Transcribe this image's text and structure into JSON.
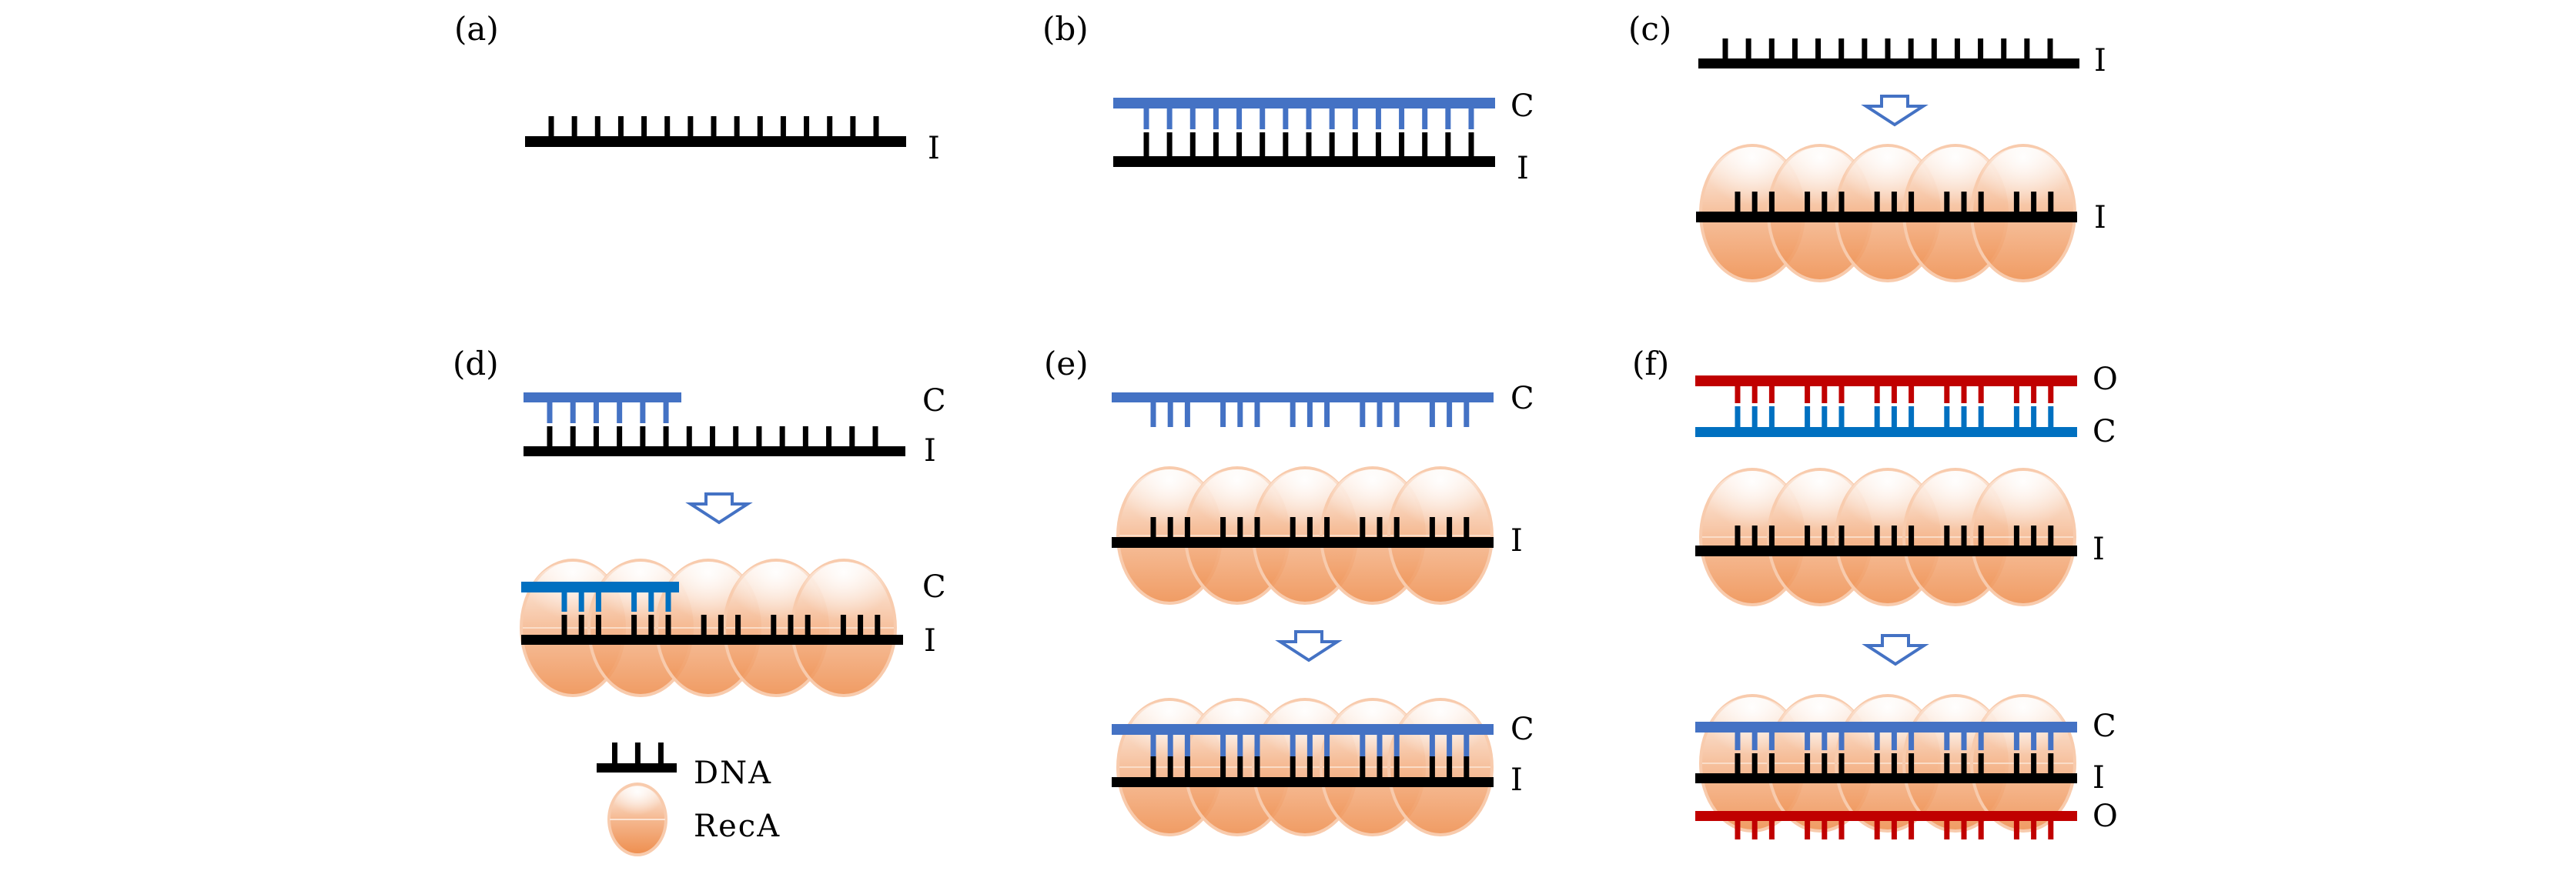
{
  "figure": {
    "description": "Schematic of RecA-mediated DNA strand pairing and exchange",
    "colors": {
      "dna_black": "#000000",
      "complementary_blue": "#4472C4",
      "complementary_blue_bound": "#0070C0",
      "outgoing_red": "#C00000",
      "arrow_blue": "#4472C4",
      "reca_light": "#FDF3EC",
      "reca_dark": "#EE8E4E",
      "reca_outline": "#F8CBAD"
    },
    "strand_labels": {
      "incoming": "I",
      "complementary": "C",
      "outgoing": "O"
    },
    "panels": [
      {
        "id": "a",
        "label": "(a)",
        "states": [
          {
            "reca": false,
            "strands": [
              {
                "role": "incoming",
                "label": "I",
                "bases": 15,
                "ticks": "up"
              }
            ]
          }
        ]
      },
      {
        "id": "b",
        "label": "(b)",
        "states": [
          {
            "reca": false,
            "strands": [
              {
                "role": "complementary",
                "label": "C",
                "bases": 15,
                "ticks": "down"
              },
              {
                "role": "incoming",
                "label": "I",
                "bases": 15,
                "ticks": "up"
              }
            ]
          }
        ]
      },
      {
        "id": "c",
        "label": "(c)",
        "states": [
          {
            "reca": false,
            "strands": [
              {
                "role": "incoming",
                "label": "I",
                "bases": 15,
                "ticks": "up"
              }
            ]
          },
          {
            "reca": true,
            "reca_monomers": 5,
            "strands": [
              {
                "role": "incoming",
                "label": "I",
                "bases": 15,
                "ticks": "up",
                "grouped": 3
              }
            ]
          }
        ]
      },
      {
        "id": "d",
        "label": "(d)",
        "states": [
          {
            "reca": false,
            "strands": [
              {
                "role": "complementary",
                "label": "C",
                "bases": 6,
                "ticks": "down",
                "partial": true
              },
              {
                "role": "incoming",
                "label": "I",
                "bases": 15,
                "ticks": "up"
              }
            ]
          },
          {
            "reca": true,
            "reca_monomers": 5,
            "strands": [
              {
                "role": "complementary",
                "label": "C",
                "bases": 6,
                "ticks": "down",
                "partial": true,
                "grouped": 3
              },
              {
                "role": "incoming",
                "label": "I",
                "bases": 15,
                "ticks": "up",
                "grouped": 3
              }
            ]
          }
        ]
      },
      {
        "id": "e",
        "label": "(e)",
        "states": [
          {
            "reca": true,
            "reca_monomers": 5,
            "strands": [
              {
                "role": "complementary",
                "label": "C",
                "bases": 15,
                "ticks": "down",
                "grouped": 3,
                "separate": true
              },
              {
                "role": "incoming",
                "label": "I",
                "bases": 15,
                "ticks": "up",
                "grouped": 3
              }
            ]
          },
          {
            "reca": true,
            "reca_monomers": 5,
            "strands": [
              {
                "role": "complementary",
                "label": "C",
                "bases": 15,
                "ticks": "down",
                "grouped": 3
              },
              {
                "role": "incoming",
                "label": "I",
                "bases": 15,
                "ticks": "up",
                "grouped": 3
              }
            ]
          }
        ]
      },
      {
        "id": "f",
        "label": "(f)",
        "states": [
          {
            "reca": true,
            "reca_monomers": 5,
            "strands": [
              {
                "role": "outgoing",
                "label": "O",
                "bases": 15,
                "ticks": "down",
                "grouped": 3
              },
              {
                "role": "complementary",
                "label": "C",
                "bases": 15,
                "ticks": "up",
                "grouped": 3
              },
              {
                "role": "incoming",
                "label": "I",
                "bases": 15,
                "ticks": "up",
                "grouped": 3
              }
            ]
          },
          {
            "reca": true,
            "reca_monomers": 5,
            "strands": [
              {
                "role": "complementary",
                "label": "C",
                "bases": 15,
                "ticks": "down",
                "grouped": 3
              },
              {
                "role": "incoming",
                "label": "I",
                "bases": 15,
                "ticks": "up",
                "grouped": 3
              },
              {
                "role": "outgoing",
                "label": "O",
                "bases": 15,
                "ticks": "down",
                "grouped": 3
              }
            ]
          }
        ]
      }
    ],
    "legend": [
      {
        "symbol": "dna-strand",
        "label": "DNA"
      },
      {
        "symbol": "reca-monomer",
        "label": "RecA"
      }
    ]
  }
}
